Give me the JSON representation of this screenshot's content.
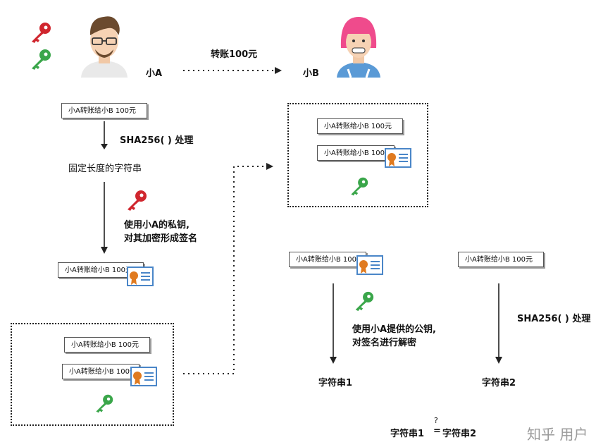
{
  "people": {
    "sender": "小A",
    "receiver": "小B"
  },
  "transfer_label": "转账100元",
  "message": "小A转账给小B 100元",
  "sender_steps": {
    "hash": "SHA256( ) 处理",
    "fixed_string": "固定长度的字符串",
    "sign_line1": "使用小A的私钥,",
    "sign_line2": "对其加密形成签名"
  },
  "receiver_steps": {
    "decrypt_line1": "使用小A提供的公钥,",
    "decrypt_line2": "对签名进行解密",
    "hash": "SHA256( ) 处理",
    "string1": "字符串1",
    "string2": "字符串2",
    "compare_left": "字符串1",
    "compare_q": "?",
    "compare_eq": "=",
    "compare_right": "字符串2"
  },
  "watermark": "知乎 用户",
  "colors": {
    "private_key": "#d0262e",
    "public_key": "#3aa64a",
    "cert_border": "#4a86c8",
    "medal": "#e07a1f"
  }
}
